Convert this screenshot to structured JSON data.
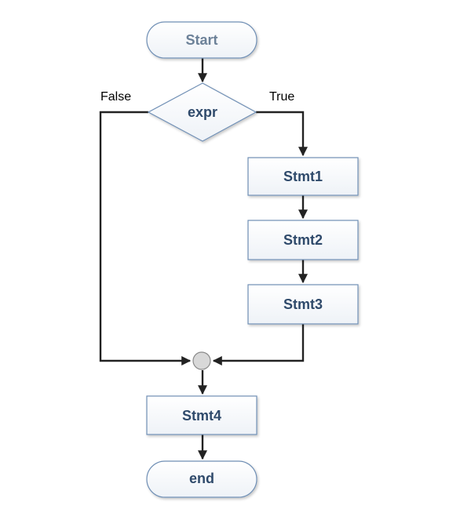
{
  "nodes": {
    "start": "Start",
    "decision": "expr",
    "stmt1": "Stmt1",
    "stmt2": "Stmt2",
    "stmt3": "Stmt3",
    "stmt4": "Stmt4",
    "end": "end"
  },
  "branches": {
    "false_label": "False",
    "true_label": "True"
  },
  "colors": {
    "node_text": "#2f4a6b",
    "start_text": "#6c8198",
    "border": "#6f8fb5",
    "edge": "#222222"
  }
}
